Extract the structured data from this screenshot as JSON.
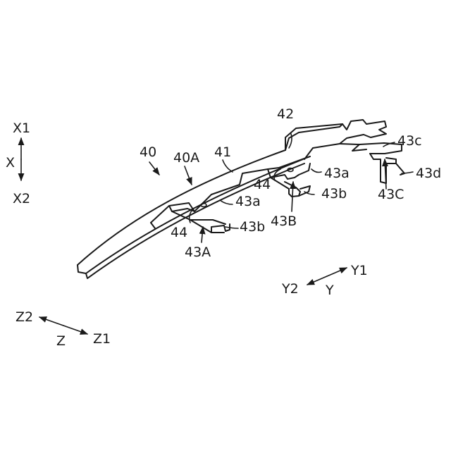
{
  "figure": {
    "labels": {
      "n40": "40",
      "n40A": "40A",
      "n41": "41",
      "n42": "42",
      "n43a_left": "43a",
      "n43a_right": "43a",
      "n43b_left": "43b",
      "n43b_right": "43b",
      "n43c": "43c",
      "n43d": "43d",
      "n43A": "43A",
      "n43B": "43B",
      "n43C": "43C",
      "n44_left": "44",
      "n44_right": "44"
    },
    "axes": {
      "x_axis": {
        "plus": "X1",
        "name": "X",
        "minus": "X2"
      },
      "y_axis": {
        "plus": "Y1",
        "name": "Y",
        "minus": "Y2"
      },
      "z_axis": {
        "plus": "Z1",
        "name": "Z",
        "minus": "Z2"
      }
    }
  }
}
